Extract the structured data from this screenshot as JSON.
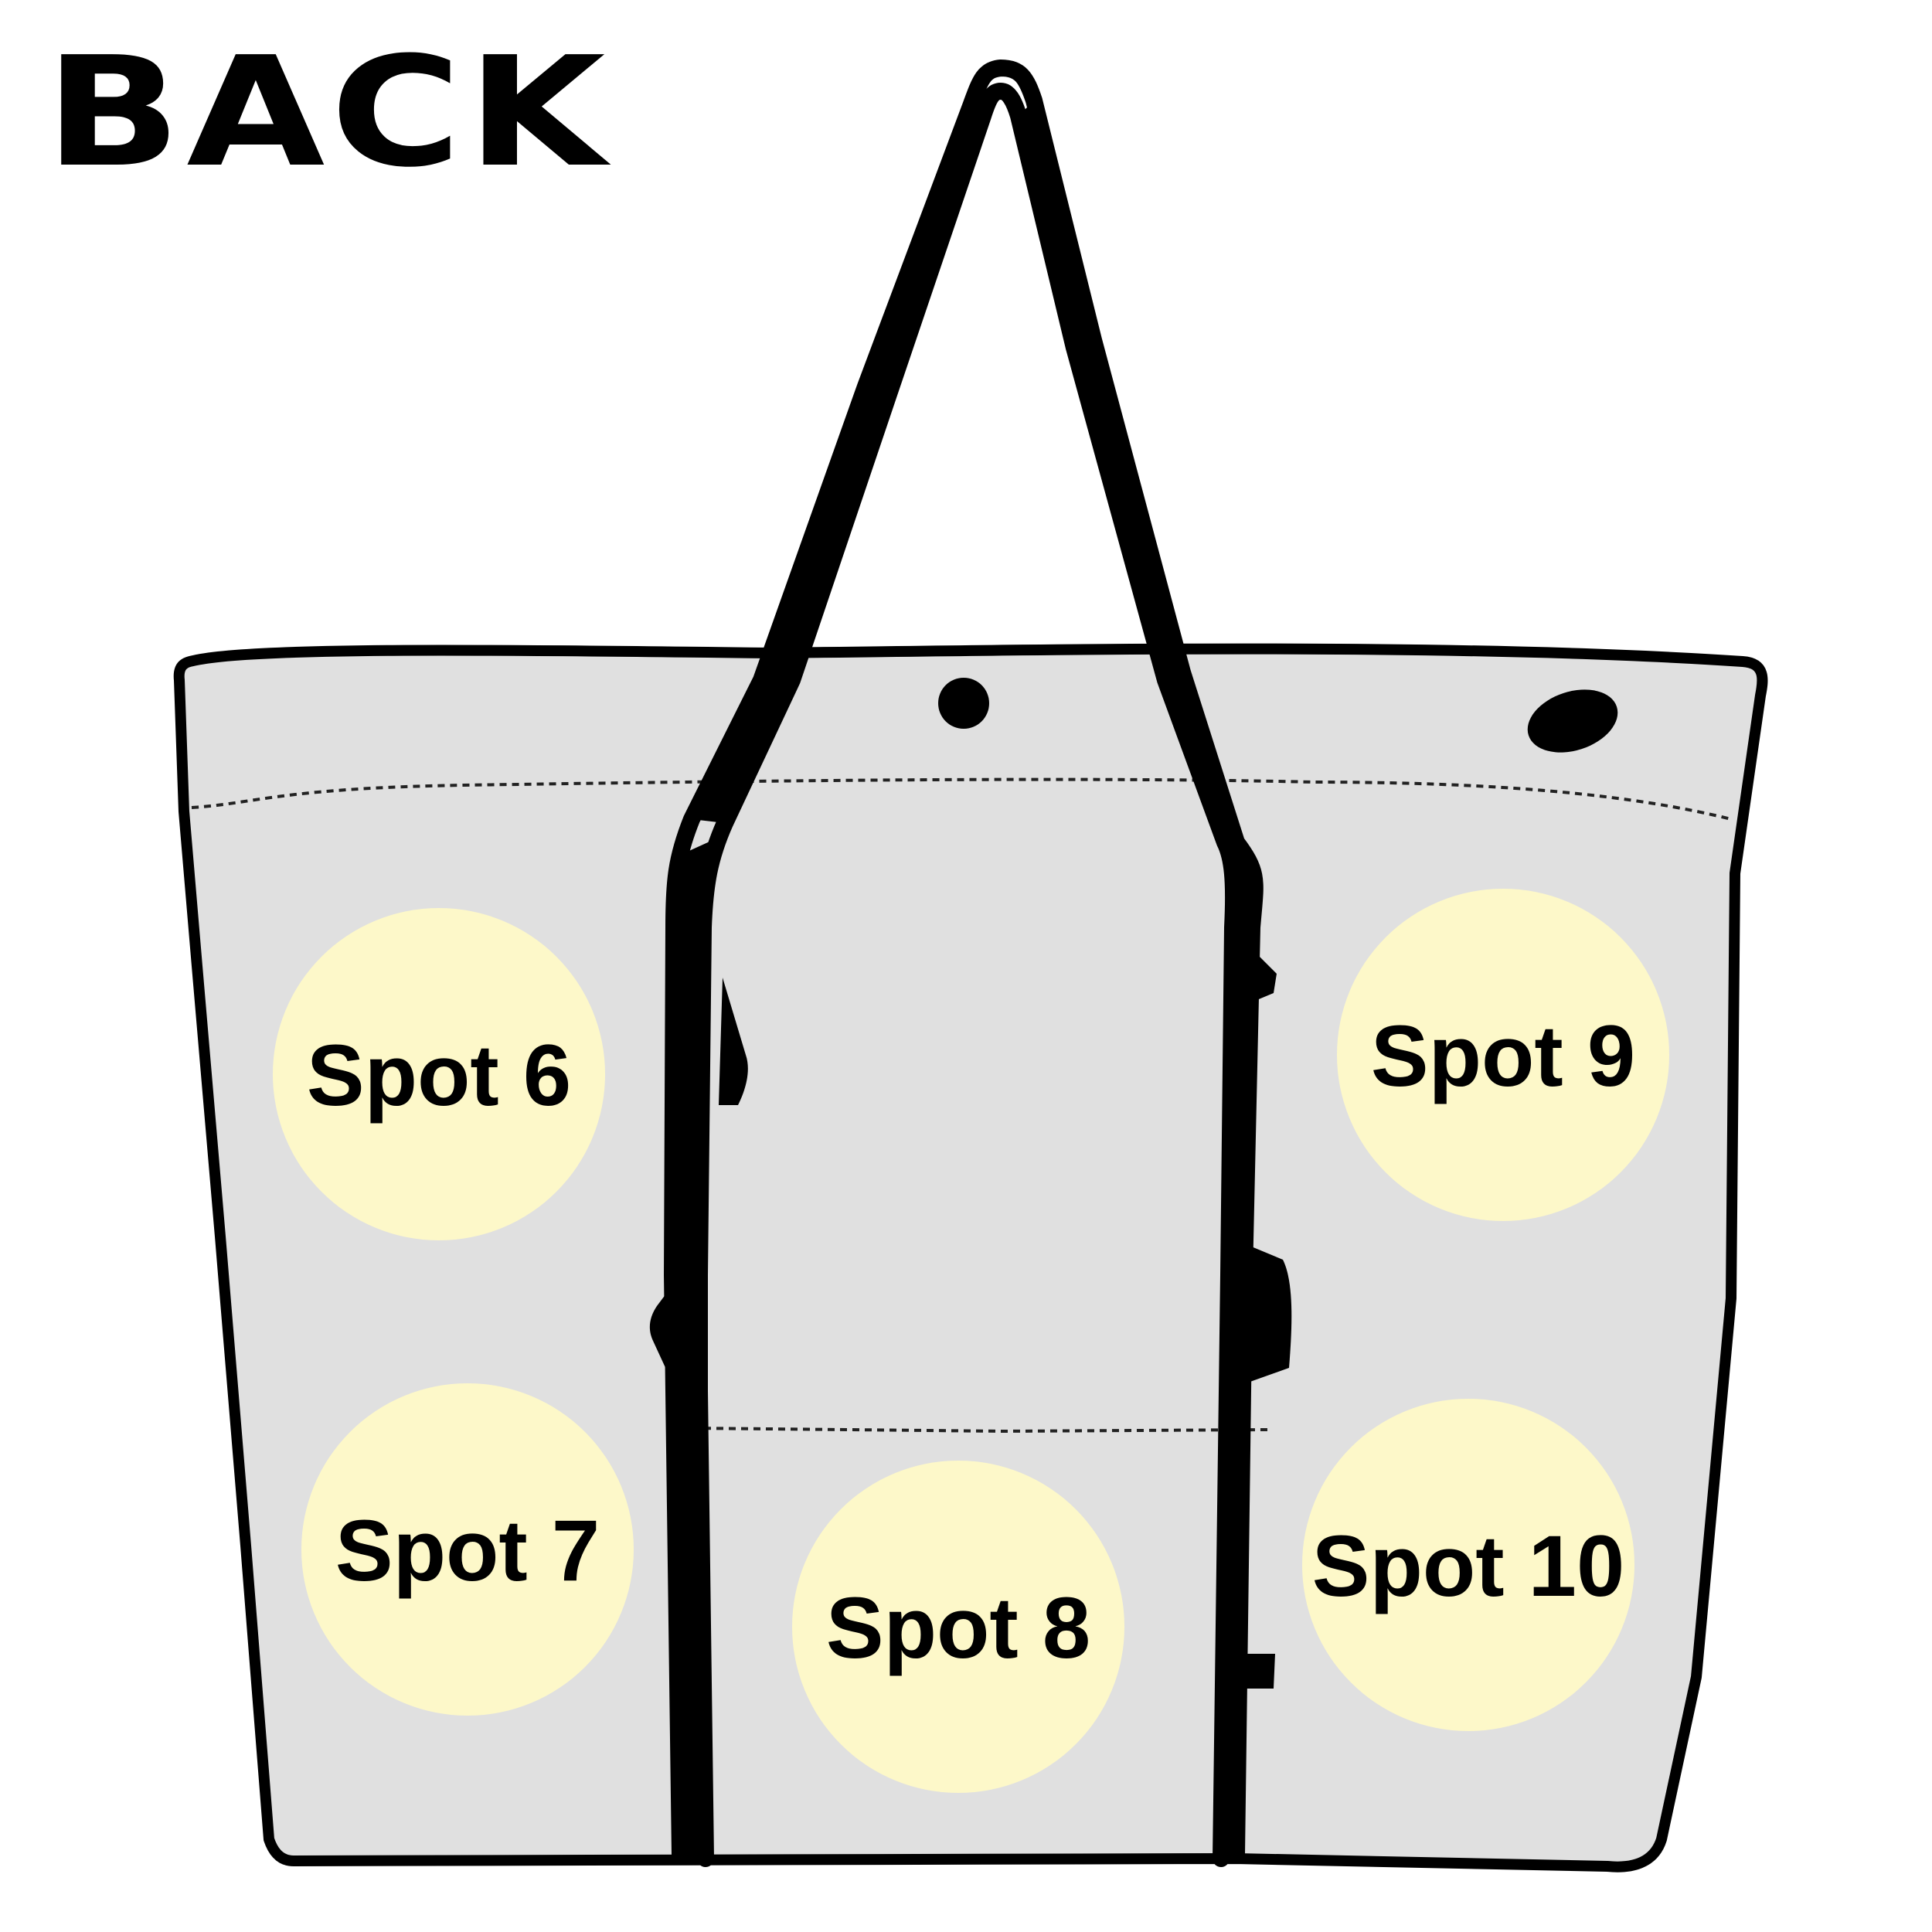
{
  "title": "BACK",
  "spots": [
    {
      "id": "spot-6",
      "label": "Spot 6"
    },
    {
      "id": "spot-7",
      "label": "Spot 7"
    },
    {
      "id": "spot-8",
      "label": "Spot 8"
    },
    {
      "id": "spot-9",
      "label": "Spot 9"
    },
    {
      "id": "spot-10",
      "label": "Spot 10"
    }
  ],
  "colors": {
    "bag_fill": "#e0e0e0",
    "outline": "#000000",
    "spot_fill": "#fdf8c9",
    "background": "#ffffff"
  }
}
